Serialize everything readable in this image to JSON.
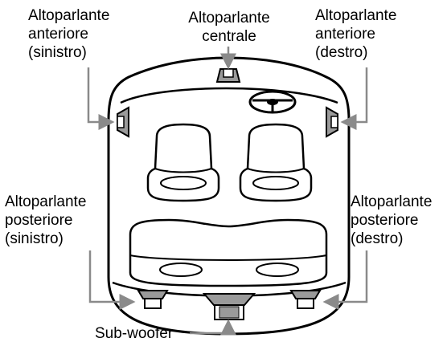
{
  "labels": {
    "front_left": [
      "Altoparlante",
      "anteriore",
      "(sinistro)"
    ],
    "center": [
      "Altoparlante",
      "centrale"
    ],
    "front_right": [
      "Altoparlante",
      "anteriore",
      "(destro)"
    ],
    "rear_left": [
      "Altoparlante",
      "posteriore",
      "(sinistro)"
    ],
    "rear_right": [
      "Altoparlante",
      "posteriore",
      "(destro)"
    ],
    "subwoofer": "Sub-woofer"
  },
  "colors": {
    "outline": "#000000",
    "speaker_gray": "#9a9a9a",
    "leader_line": "#8a8a8a",
    "background": "#ffffff"
  }
}
